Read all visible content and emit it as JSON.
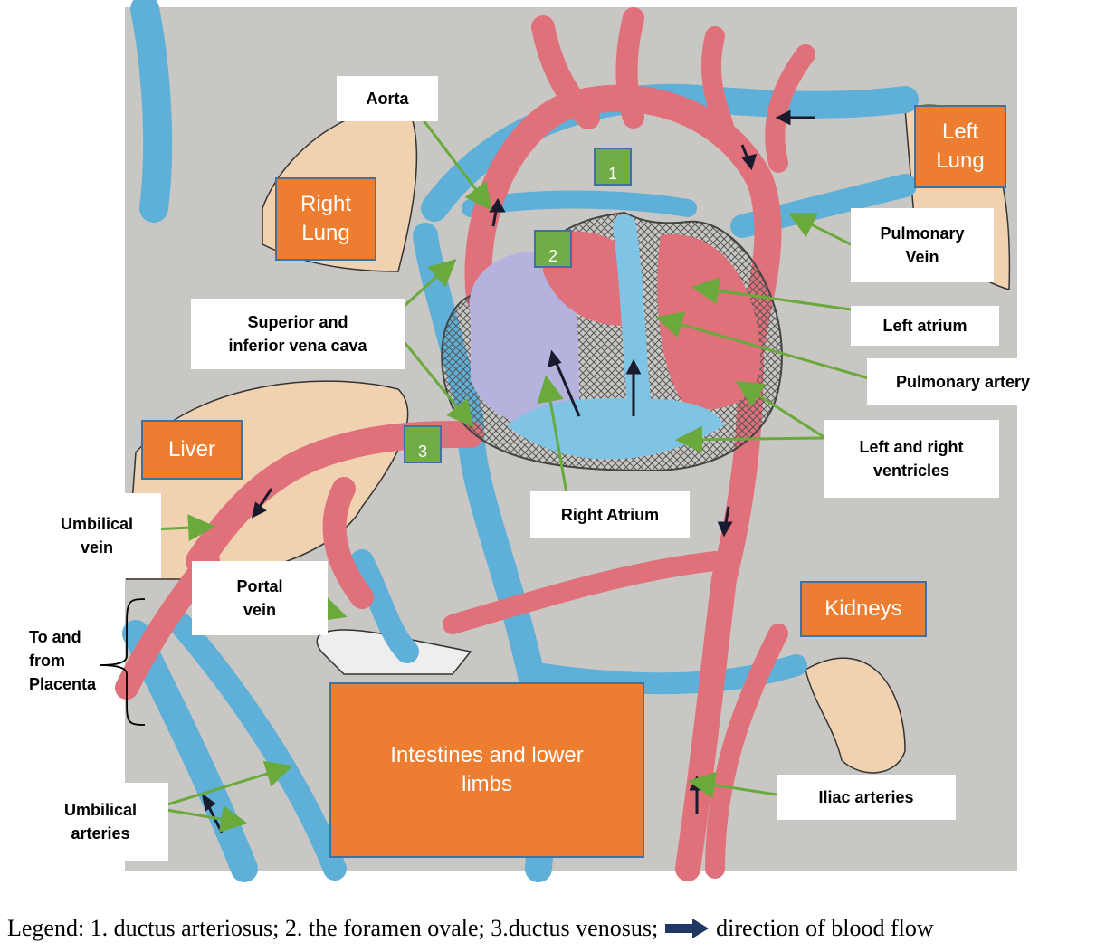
{
  "labels": {
    "aorta": "Aorta",
    "pulmonary_vein": "Pulmonary\nVein",
    "left_atrium": "Left atrium",
    "pulmonary_artery": "Pulmonary artery",
    "left_right_ventricles": "Left and right\nventricles",
    "superior_inferior_vena_cava": "Superior and\ninferior vena cava",
    "right_atrium": "Right Atrium",
    "umbilical_vein": "Umbilical\nvein",
    "portal_vein": "Portal\nvein",
    "to_from_placenta": "To and\nfrom\nPlacenta",
    "umbilical_arteries": "Umbilical\narteries",
    "iliac_arteries": "Iliac arteries"
  },
  "organs": {
    "left_lung": "Left\nLung",
    "right_lung": "Right\nLung",
    "liver": "Liver",
    "kidneys": "Kidneys",
    "intestines": "Intestines and lower\nlimbs"
  },
  "markers": {
    "m1": "1",
    "m2": "2",
    "m3": "3"
  },
  "legend": {
    "text_before": "Legend: 1. ductus arteriosus; 2. the foramen ovale; 3.ductus venosus;",
    "text_after": "direction of blood flow"
  },
  "colors": {
    "artery": "#e0707a",
    "vein": "#5fb0d8",
    "heart_blue": "#b6b2de",
    "organ": "#f1d2b0",
    "label_box": "#ed7d31",
    "marker_box": "#70ad47",
    "pointer": "#6aaa3c",
    "paper": "#c9c7c3",
    "legend_arrow": "#1f3864"
  }
}
